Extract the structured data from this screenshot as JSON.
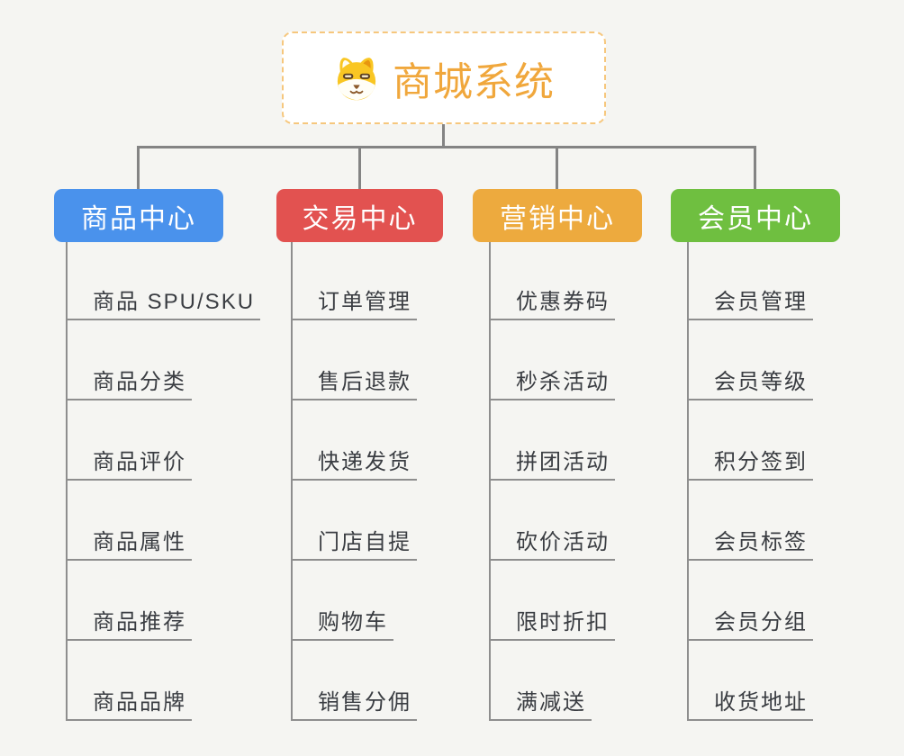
{
  "root": {
    "title": "商城系统",
    "icon": "dog-icon"
  },
  "branches": [
    {
      "label": "商品中心",
      "color": "#4a92ec",
      "items": [
        "商品 SPU/SKU",
        "商品分类",
        "商品评价",
        "商品属性",
        "商品推荐",
        "商品品牌"
      ]
    },
    {
      "label": "交易中心",
      "color": "#e25250",
      "items": [
        "订单管理",
        "售后退款",
        "快递发货",
        "门店自提",
        "购物车",
        "销售分佣"
      ]
    },
    {
      "label": "营销中心",
      "color": "#edaa3e",
      "items": [
        "优惠券码",
        "秒杀活动",
        "拼团活动",
        "砍价活动",
        "限时折扣",
        "满减送"
      ]
    },
    {
      "label": "会员中心",
      "color": "#6fbf40",
      "items": [
        "会员管理",
        "会员等级",
        "积分签到",
        "会员标签",
        "会员分组",
        "收货地址"
      ]
    }
  ],
  "colors": {
    "background": "#f5f5f2",
    "connector": "#848484",
    "underline": "#8e8e8e",
    "item_text": "#3a3d42",
    "root_text": "#f0a73c",
    "root_border": "#f6c77d",
    "root_background": "#ffffff"
  }
}
